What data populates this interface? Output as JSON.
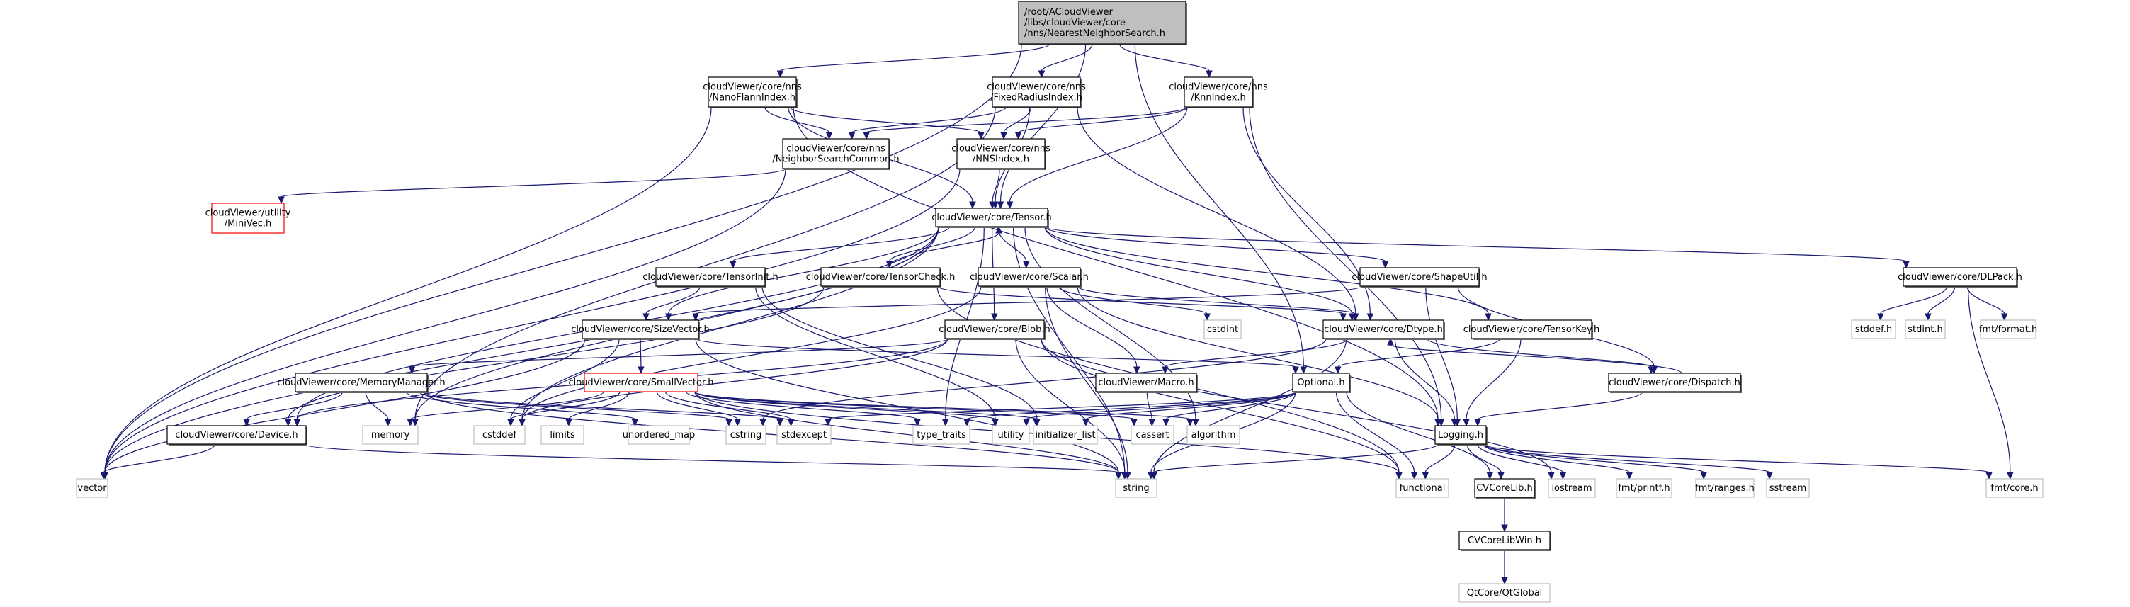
{
  "diagram": {
    "title": "/root/ACloudViewer/libs/cloudViewer/core/nns/NearestNeighborSearch.h",
    "colors": {
      "edge": "#191970",
      "root_fill": "#bfbfbf",
      "local_border": "#000000",
      "missing_border": "#ff0000",
      "system_border": "#bfbfbf"
    },
    "nodes": [
      {
        "id": "root",
        "kind": "root",
        "lines": [
          "/root/ACloudViewer",
          "/libs/cloudViewer/core",
          "/nns/NearestNeighborSearch.h"
        ]
      },
      {
        "id": "nanoflann",
        "kind": "local",
        "lines": [
          "cloudViewer/core/nns",
          "/NanoFlannIndex.h"
        ]
      },
      {
        "id": "fixedradius",
        "kind": "local",
        "lines": [
          "cloudViewer/core/nns",
          "/FixedRadiusIndex.h"
        ]
      },
      {
        "id": "knn",
        "kind": "local",
        "lines": [
          "cloudViewer/core/nns",
          "/KnnIndex.h"
        ]
      },
      {
        "id": "nscommon",
        "kind": "local",
        "lines": [
          "cloudViewer/core/nns",
          "/NeighborSearchCommon.h"
        ]
      },
      {
        "id": "nnsindex",
        "kind": "local",
        "lines": [
          "cloudViewer/core/nns",
          "/NNSIndex.h"
        ]
      },
      {
        "id": "minivec",
        "kind": "missing",
        "lines": [
          "cloudViewer/utility",
          "/MiniVec.h"
        ]
      },
      {
        "id": "tensor",
        "kind": "local",
        "lines": [
          "cloudViewer/core/Tensor.h"
        ]
      },
      {
        "id": "tensorinit",
        "kind": "local",
        "lines": [
          "cloudViewer/core/TensorInit.h"
        ]
      },
      {
        "id": "tensorcheck",
        "kind": "local",
        "lines": [
          "cloudViewer/core/TensorCheck.h"
        ]
      },
      {
        "id": "scalar",
        "kind": "local",
        "lines": [
          "cloudViewer/core/Scalar.h"
        ]
      },
      {
        "id": "shapeutil",
        "kind": "local",
        "lines": [
          "cloudViewer/core/ShapeUtil.h"
        ]
      },
      {
        "id": "dlpack",
        "kind": "local",
        "lines": [
          "cloudViewer/core/DLPack.h"
        ]
      },
      {
        "id": "sizevector",
        "kind": "local",
        "lines": [
          "cloudViewer/core/SizeVector.h"
        ]
      },
      {
        "id": "blob",
        "kind": "local",
        "lines": [
          "cloudViewer/core/Blob.h"
        ]
      },
      {
        "id": "cstdint",
        "kind": "system",
        "lines": [
          "cstdint"
        ]
      },
      {
        "id": "dtype",
        "kind": "local",
        "lines": [
          "cloudViewer/core/Dtype.h"
        ]
      },
      {
        "id": "tensorkey",
        "kind": "local",
        "lines": [
          "cloudViewer/core/TensorKey.h"
        ]
      },
      {
        "id": "stddef_h",
        "kind": "system",
        "lines": [
          "stddef.h"
        ]
      },
      {
        "id": "stdint_h",
        "kind": "system",
        "lines": [
          "stdint.h"
        ]
      },
      {
        "id": "fmtformat",
        "kind": "system",
        "lines": [
          "fmt/format.h"
        ]
      },
      {
        "id": "memorymanager",
        "kind": "local",
        "lines": [
          "cloudViewer/core/MemoryManager.h"
        ]
      },
      {
        "id": "smallvector",
        "kind": "missing",
        "lines": [
          "cloudViewer/core/SmallVector.h"
        ]
      },
      {
        "id": "macro",
        "kind": "local",
        "lines": [
          "cloudViewer/Macro.h"
        ]
      },
      {
        "id": "optional",
        "kind": "local",
        "lines": [
          "Optional.h"
        ]
      },
      {
        "id": "dispatch",
        "kind": "local",
        "lines": [
          "cloudViewer/core/Dispatch.h"
        ]
      },
      {
        "id": "device",
        "kind": "local",
        "lines": [
          "cloudViewer/core/Device.h"
        ]
      },
      {
        "id": "memory",
        "kind": "system",
        "lines": [
          "memory"
        ]
      },
      {
        "id": "cstddef",
        "kind": "system",
        "lines": [
          "cstddef"
        ]
      },
      {
        "id": "limits",
        "kind": "system",
        "lines": [
          "limits"
        ]
      },
      {
        "id": "unordered_map",
        "kind": "system",
        "lines": [
          "unordered_map"
        ]
      },
      {
        "id": "cstring",
        "kind": "system",
        "lines": [
          "cstring"
        ]
      },
      {
        "id": "stdexcept",
        "kind": "system",
        "lines": [
          "stdexcept"
        ]
      },
      {
        "id": "type_traits",
        "kind": "system",
        "lines": [
          "type_traits"
        ]
      },
      {
        "id": "utility",
        "kind": "system",
        "lines": [
          "utility"
        ]
      },
      {
        "id": "initializer_list",
        "kind": "system",
        "lines": [
          "initializer_list"
        ]
      },
      {
        "id": "cassert",
        "kind": "system",
        "lines": [
          "cassert"
        ]
      },
      {
        "id": "algorithm",
        "kind": "system",
        "lines": [
          "algorithm"
        ]
      },
      {
        "id": "logging",
        "kind": "local",
        "lines": [
          "Logging.h"
        ]
      },
      {
        "id": "vector",
        "kind": "system",
        "lines": [
          "vector"
        ]
      },
      {
        "id": "string",
        "kind": "system",
        "lines": [
          "string"
        ]
      },
      {
        "id": "functional",
        "kind": "system",
        "lines": [
          "functional"
        ]
      },
      {
        "id": "cvcorelib",
        "kind": "local",
        "lines": [
          "CVCoreLib.h"
        ]
      },
      {
        "id": "iostream",
        "kind": "system",
        "lines": [
          "iostream"
        ]
      },
      {
        "id": "fmtprintf",
        "kind": "system",
        "lines": [
          "fmt/printf.h"
        ]
      },
      {
        "id": "fmtranges",
        "kind": "system",
        "lines": [
          "fmt/ranges.h"
        ]
      },
      {
        "id": "sstream",
        "kind": "system",
        "lines": [
          "sstream"
        ]
      },
      {
        "id": "fmtcore",
        "kind": "system",
        "lines": [
          "fmt/core.h"
        ]
      },
      {
        "id": "cvcorelibwin",
        "kind": "local",
        "lines": [
          "CVCoreLibWin.h"
        ]
      },
      {
        "id": "qtglobal",
        "kind": "system",
        "lines": [
          "QtCore/QtGlobal"
        ]
      }
    ],
    "edges": [
      [
        "root",
        "nanoflann"
      ],
      [
        "root",
        "fixedradius"
      ],
      [
        "root",
        "knn"
      ],
      [
        "root",
        "tensor"
      ],
      [
        "root",
        "vector"
      ],
      [
        "root",
        "optional"
      ],
      [
        "nanoflann",
        "nscommon"
      ],
      [
        "nanoflann",
        "nnsindex"
      ],
      [
        "nanoflann",
        "tensor"
      ],
      [
        "nanoflann",
        "vector"
      ],
      [
        "nanoflann",
        "logging"
      ],
      [
        "fixedradius",
        "nscommon"
      ],
      [
        "fixedradius",
        "nnsindex"
      ],
      [
        "fixedradius",
        "tensor"
      ],
      [
        "fixedradius",
        "dtype"
      ],
      [
        "fixedradius",
        "memory"
      ],
      [
        "knn",
        "nscommon"
      ],
      [
        "knn",
        "nnsindex"
      ],
      [
        "knn",
        "tensor"
      ],
      [
        "knn",
        "dtype"
      ],
      [
        "knn",
        "logging"
      ],
      [
        "nscommon",
        "minivec"
      ],
      [
        "nscommon",
        "vector"
      ],
      [
        "nnsindex",
        "tensor"
      ],
      [
        "nnsindex",
        "vector"
      ],
      [
        "tensor",
        "tensorinit"
      ],
      [
        "tensor",
        "tensorcheck"
      ],
      [
        "tensor",
        "scalar"
      ],
      [
        "tensor",
        "shapeutil"
      ],
      [
        "tensor",
        "dlpack"
      ],
      [
        "tensor",
        "sizevector"
      ],
      [
        "tensor",
        "blob"
      ],
      [
        "tensor",
        "dtype"
      ],
      [
        "tensor",
        "tensorkey"
      ],
      [
        "tensor",
        "device"
      ],
      [
        "tensor",
        "memory"
      ],
      [
        "tensor",
        "cstddef"
      ],
      [
        "tensor",
        "string"
      ],
      [
        "tensor",
        "algorithm"
      ],
      [
        "tensor",
        "vector"
      ],
      [
        "tensor",
        "type_traits"
      ],
      [
        "tensorcheck",
        "tensor"
      ],
      [
        "tensorinit",
        "sizevector"
      ],
      [
        "tensorinit",
        "initializer_list"
      ],
      [
        "tensorinit",
        "utility"
      ],
      [
        "tensorcheck",
        "device"
      ],
      [
        "tensorcheck",
        "dtype"
      ],
      [
        "tensorcheck",
        "functional"
      ],
      [
        "scalar",
        "dtype"
      ],
      [
        "scalar",
        "cstdint"
      ],
      [
        "scalar",
        "logging"
      ],
      [
        "scalar",
        "string"
      ],
      [
        "scalar",
        "macro"
      ],
      [
        "scalar",
        "cstddef"
      ],
      [
        "shapeutil",
        "sizevector"
      ],
      [
        "shapeutil",
        "dispatch"
      ],
      [
        "shapeutil",
        "logging"
      ],
      [
        "dlpack",
        "stddef_h"
      ],
      [
        "dlpack",
        "stdint_h"
      ],
      [
        "dlpack",
        "fmtformat"
      ],
      [
        "dlpack",
        "fmtcore"
      ],
      [
        "sizevector",
        "smallvector"
      ],
      [
        "sizevector",
        "optional"
      ],
      [
        "sizevector",
        "cstddef"
      ],
      [
        "sizevector",
        "vector"
      ],
      [
        "sizevector",
        "string"
      ],
      [
        "blob",
        "memorymanager"
      ],
      [
        "blob",
        "device"
      ],
      [
        "blob",
        "cstddef"
      ],
      [
        "blob",
        "string"
      ],
      [
        "blob",
        "iostream"
      ],
      [
        "blob",
        "functional"
      ],
      [
        "dtype",
        "macro"
      ],
      [
        "dtype",
        "dispatch"
      ],
      [
        "dtype",
        "logging"
      ],
      [
        "dtype",
        "string"
      ],
      [
        "dtype",
        "cstring"
      ],
      [
        "dispatch",
        "dtype"
      ],
      [
        "dispatch",
        "logging"
      ],
      [
        "tensorkey",
        "optional"
      ],
      [
        "tensorkey",
        "logging"
      ],
      [
        "memorymanager",
        "device"
      ],
      [
        "memorymanager",
        "memory"
      ],
      [
        "memorymanager",
        "unordered_map"
      ],
      [
        "memorymanager",
        "cstring"
      ],
      [
        "memorymanager",
        "stdexcept"
      ],
      [
        "memorymanager",
        "string"
      ],
      [
        "smallvector",
        "cstddef"
      ],
      [
        "smallvector",
        "memory"
      ],
      [
        "smallvector",
        "limits"
      ],
      [
        "smallvector",
        "cstring"
      ],
      [
        "smallvector",
        "stdexcept"
      ],
      [
        "smallvector",
        "type_traits"
      ],
      [
        "smallvector",
        "utility"
      ],
      [
        "smallvector",
        "initializer_list"
      ],
      [
        "smallvector",
        "cassert"
      ],
      [
        "smallvector",
        "algorithm"
      ],
      [
        "smallvector",
        "functional"
      ],
      [
        "smallvector",
        "string"
      ],
      [
        "macro",
        "cassert"
      ],
      [
        "optional",
        "cassert"
      ],
      [
        "optional",
        "functional"
      ],
      [
        "optional",
        "initializer_list"
      ],
      [
        "optional",
        "stdexcept"
      ],
      [
        "optional",
        "string"
      ],
      [
        "optional",
        "type_traits"
      ],
      [
        "optional",
        "utility"
      ],
      [
        "optional",
        "cvcorelib"
      ],
      [
        "device",
        "vector"
      ],
      [
        "device",
        "string"
      ],
      [
        "logging",
        "string"
      ],
      [
        "logging",
        "functional"
      ],
      [
        "logging",
        "cvcorelib"
      ],
      [
        "logging",
        "iostream"
      ],
      [
        "logging",
        "fmtprintf"
      ],
      [
        "logging",
        "fmtranges"
      ],
      [
        "logging",
        "sstream"
      ],
      [
        "logging",
        "fmtcore"
      ],
      [
        "cvcorelib",
        "cvcorelibwin"
      ],
      [
        "cvcorelibwin",
        "qtglobal"
      ]
    ]
  }
}
